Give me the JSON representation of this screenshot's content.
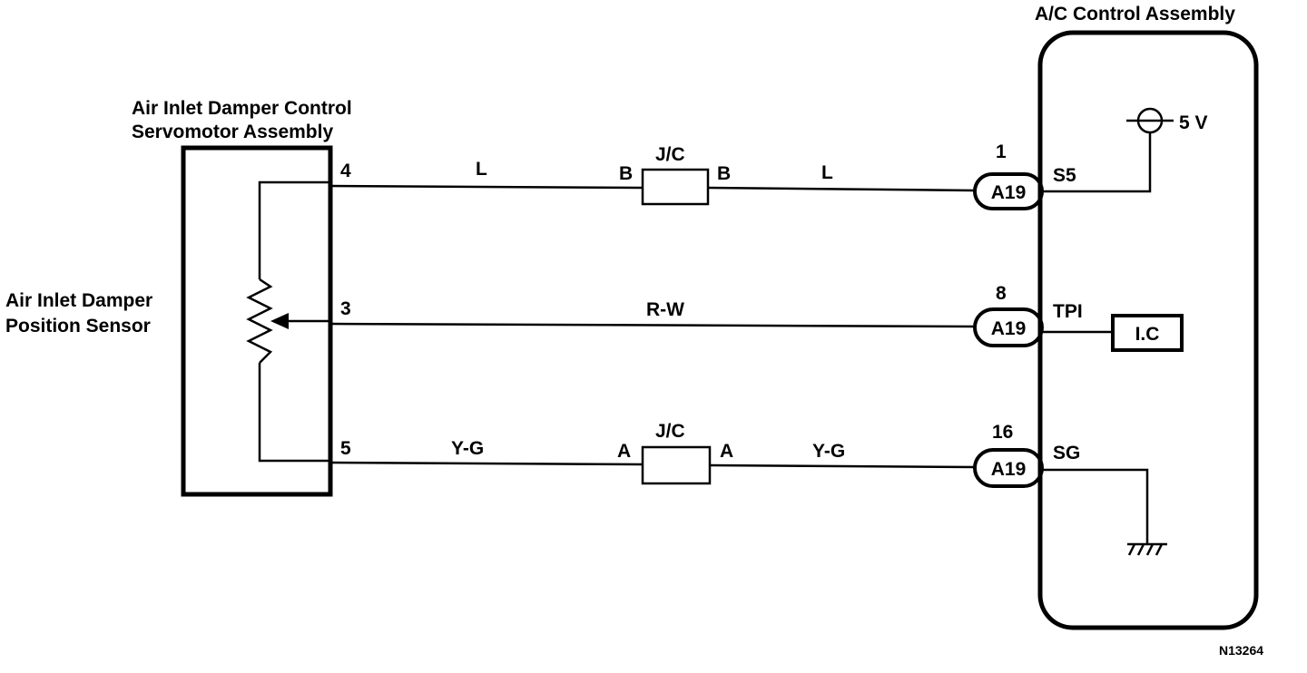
{
  "servomotor": {
    "title_line1": "Air Inlet Damper Control",
    "title_line2": "Servomotor Assembly",
    "sensor_line1": "Air Inlet Damper",
    "sensor_line2": "Position Sensor",
    "pins": [
      "4",
      "3",
      "5"
    ]
  },
  "ac_control": {
    "title": "A/C Control Assembly",
    "supply_label": "5 V",
    "ic_label": "I.C",
    "terminals": [
      "S5",
      "TPI",
      "SG"
    ]
  },
  "connectors": [
    {
      "pin": "1",
      "id": "A19"
    },
    {
      "pin": "8",
      "id": "A19"
    },
    {
      "pin": "16",
      "id": "A19"
    }
  ],
  "junctions": [
    {
      "label": "J/C",
      "left_terminal": "B",
      "right_terminal": "B"
    },
    {
      "label": "J/C",
      "left_terminal": "A",
      "right_terminal": "A"
    }
  ],
  "wires": {
    "top_left": "L",
    "top_right": "L",
    "middle": "R-W",
    "bottom_left": "Y-G",
    "bottom_right": "Y-G"
  },
  "figure_code": "N13264"
}
